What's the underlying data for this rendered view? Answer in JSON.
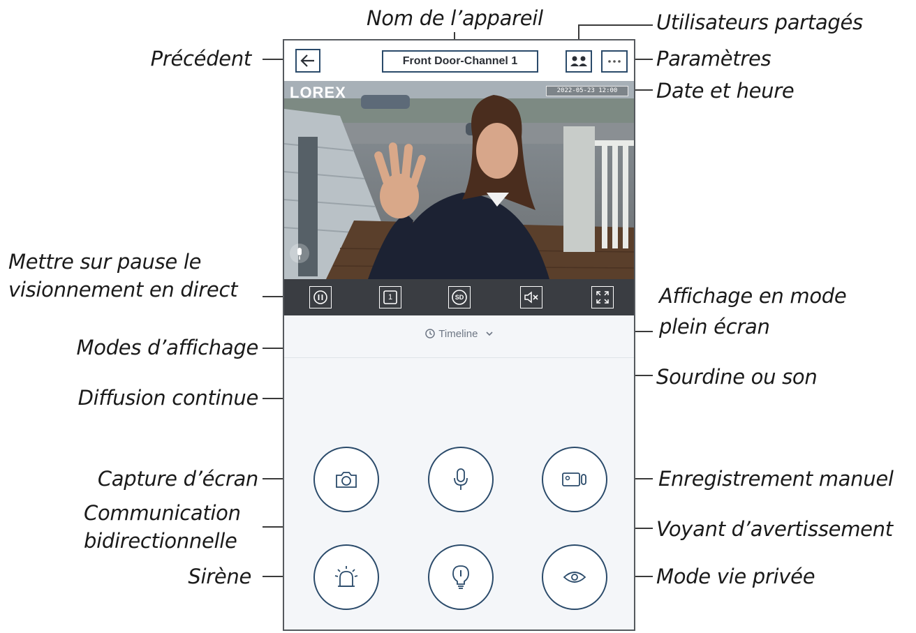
{
  "callouts": {
    "device_name": "Nom de l’appareil",
    "shared_users": "Utilisateurs partagés",
    "back": "Précédent",
    "settings": "Paramètres",
    "date_time": "Date et heure",
    "pause_line1": "Mettre sur pause le",
    "pause_line2": "visionnement en direct",
    "fullscreen_line1": "Affichage en mode",
    "fullscreen_line2": "plein écran",
    "display_modes": "Modes d’affichage",
    "continuous_stream": "Diffusion continue",
    "mute_sound": "Sourdine ou son",
    "screenshot": "Capture d’écran",
    "manual_recording": "Enregistrement manuel",
    "two_way_line1": "Communication",
    "two_way_line2": "bidirectionnelle",
    "warning_light": "Voyant d’avertissement",
    "siren": "Sirène",
    "privacy_mode": "Mode vie privée"
  },
  "app": {
    "device_title": "Front Door-Channel 1",
    "logo": "LOREX",
    "datetime_overlay": "2022-05-23 12:00",
    "view_mode_number": "1",
    "stream_quality": "SD",
    "timeline_label": "Timeline"
  },
  "icons": [
    "arrow-left-icon",
    "two-users-icon",
    "ellipsis-icon",
    "microphone-icon",
    "pause-icon",
    "view-mode-icon",
    "sd-stream-icon",
    "speaker-muted-icon",
    "fullscreen-icon",
    "history-icon",
    "chevron-down-icon",
    "camera-icon",
    "mic-icon",
    "video-record-icon",
    "siren-icon",
    "warning-light-icon",
    "eye-icon"
  ],
  "colors": {
    "outline": "#2a4a6a",
    "control_bar": "#3a3d42",
    "panel": "#f4f6f9"
  }
}
